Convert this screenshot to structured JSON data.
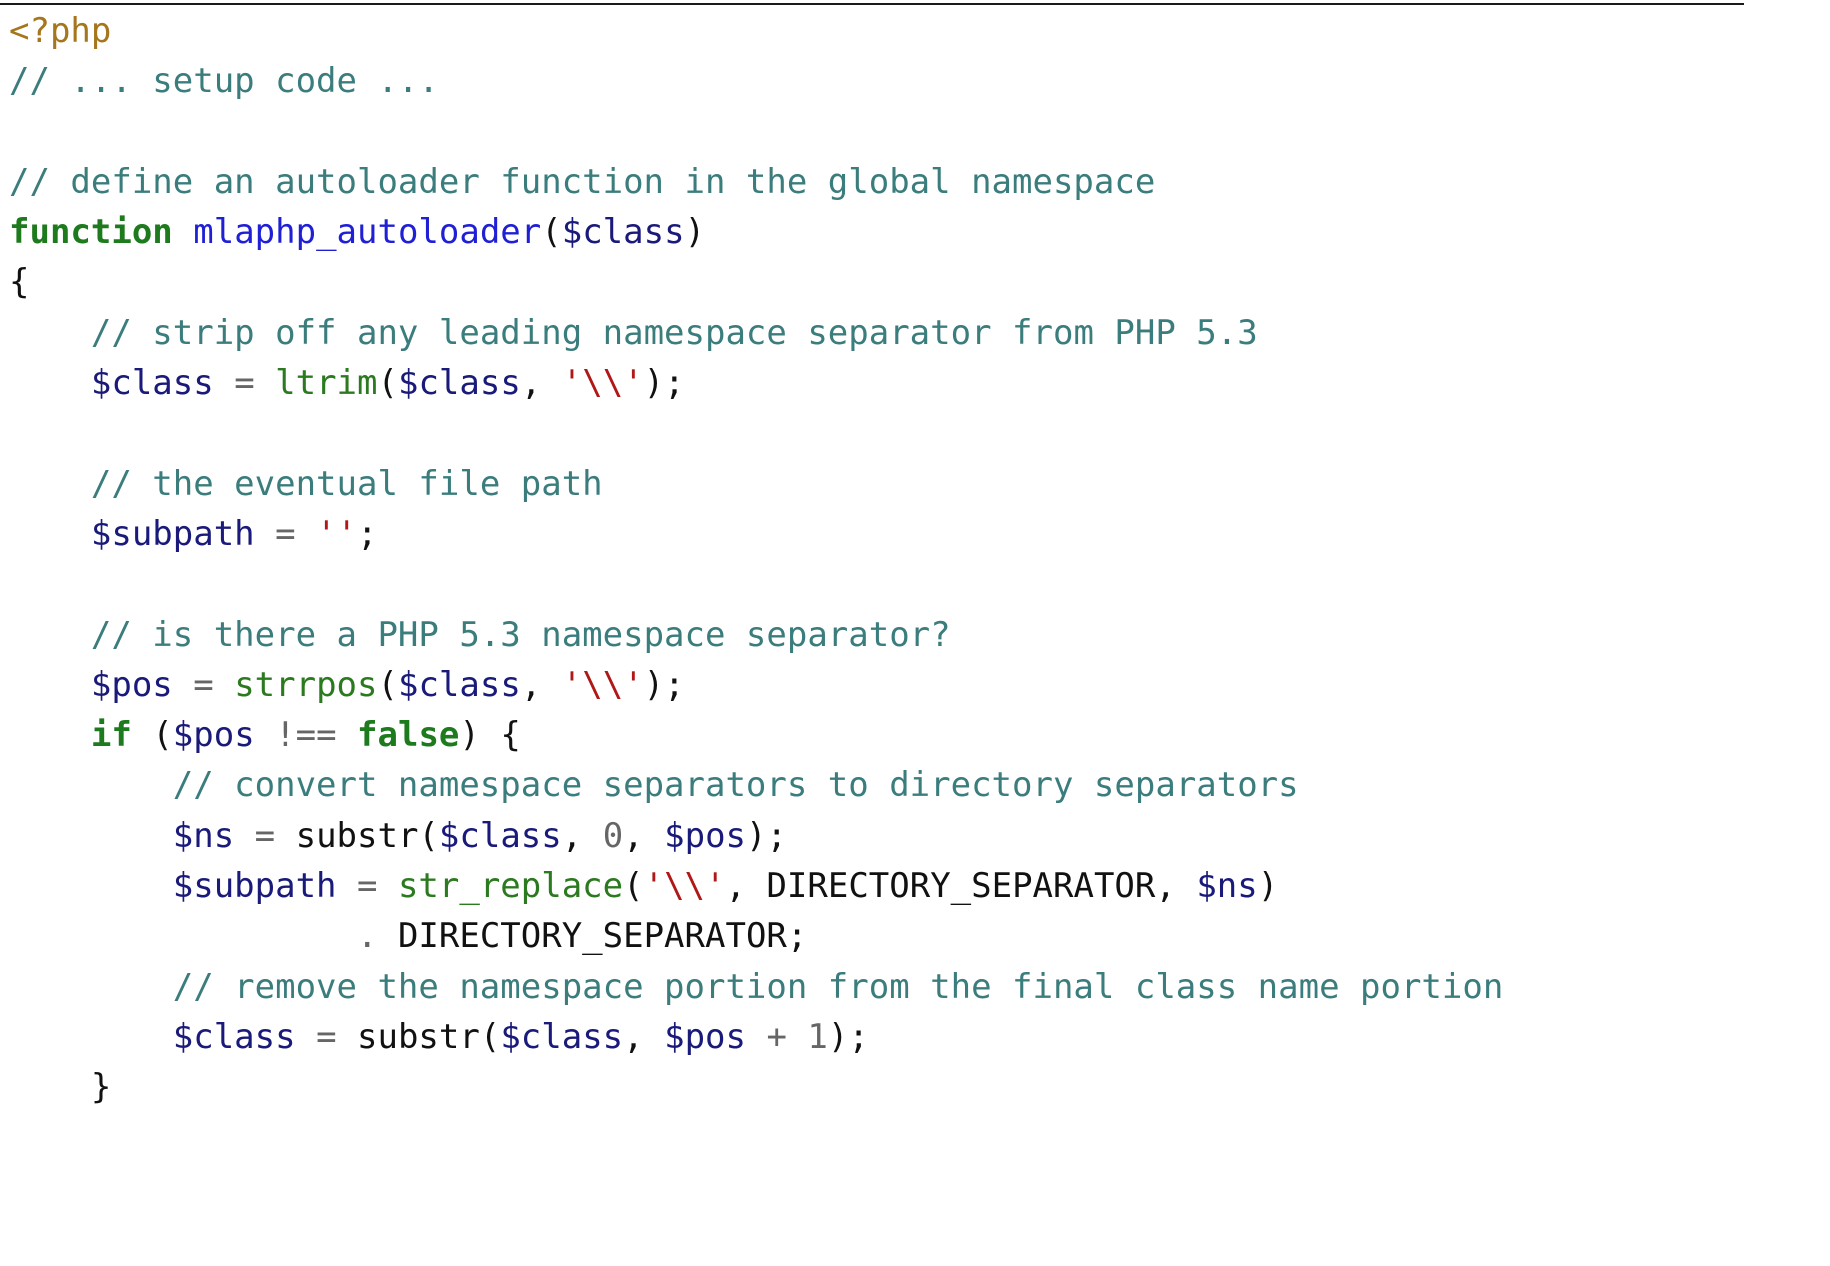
{
  "lines": [
    [
      {
        "t": "<?php",
        "c": "php"
      }
    ],
    [
      {
        "t": "// ... setup code ...",
        "c": "com"
      }
    ],
    [],
    [
      {
        "t": "// define an autoloader function in the global namespace",
        "c": "com"
      }
    ],
    [
      {
        "t": "function",
        "c": "kw"
      },
      {
        "t": " ",
        "c": "pl"
      },
      {
        "t": "mlaphp_autoloader",
        "c": "fn"
      },
      {
        "t": "(",
        "c": "pl"
      },
      {
        "t": "$class",
        "c": "var"
      },
      {
        "t": ")",
        "c": "pl"
      }
    ],
    [
      {
        "t": "{",
        "c": "pl"
      }
    ],
    [
      {
        "t": "    ",
        "c": "pl"
      },
      {
        "t": "// strip off any leading namespace separator from PHP 5.3",
        "c": "com"
      }
    ],
    [
      {
        "t": "    ",
        "c": "pl"
      },
      {
        "t": "$class",
        "c": "var"
      },
      {
        "t": " = ",
        "c": "op"
      },
      {
        "t": "ltrim",
        "c": "bi"
      },
      {
        "t": "(",
        "c": "pl"
      },
      {
        "t": "$class",
        "c": "var"
      },
      {
        "t": ", ",
        "c": "pl"
      },
      {
        "t": "'\\\\'",
        "c": "str"
      },
      {
        "t": ");",
        "c": "pl"
      }
    ],
    [],
    [
      {
        "t": "    ",
        "c": "pl"
      },
      {
        "t": "// the eventual file path",
        "c": "com"
      }
    ],
    [
      {
        "t": "    ",
        "c": "pl"
      },
      {
        "t": "$subpath",
        "c": "var"
      },
      {
        "t": " = ",
        "c": "op"
      },
      {
        "t": "''",
        "c": "str"
      },
      {
        "t": ";",
        "c": "pl"
      }
    ],
    [],
    [
      {
        "t": "    ",
        "c": "pl"
      },
      {
        "t": "// is there a PHP 5.3 namespace separator?",
        "c": "com"
      }
    ],
    [
      {
        "t": "    ",
        "c": "pl"
      },
      {
        "t": "$pos",
        "c": "var"
      },
      {
        "t": " = ",
        "c": "op"
      },
      {
        "t": "strrpos",
        "c": "bi"
      },
      {
        "t": "(",
        "c": "pl"
      },
      {
        "t": "$class",
        "c": "var"
      },
      {
        "t": ", ",
        "c": "pl"
      },
      {
        "t": "'\\\\'",
        "c": "str"
      },
      {
        "t": ");",
        "c": "pl"
      }
    ],
    [
      {
        "t": "    ",
        "c": "pl"
      },
      {
        "t": "if",
        "c": "kw"
      },
      {
        "t": " (",
        "c": "pl"
      },
      {
        "t": "$pos",
        "c": "var"
      },
      {
        "t": " !== ",
        "c": "op"
      },
      {
        "t": "false",
        "c": "kw"
      },
      {
        "t": ") {",
        "c": "pl"
      }
    ],
    [
      {
        "t": "        ",
        "c": "pl"
      },
      {
        "t": "// convert namespace separators to directory separators",
        "c": "com"
      }
    ],
    [
      {
        "t": "        ",
        "c": "pl"
      },
      {
        "t": "$ns",
        "c": "var"
      },
      {
        "t": " = ",
        "c": "op"
      },
      {
        "t": "substr(",
        "c": "pl"
      },
      {
        "t": "$class",
        "c": "var"
      },
      {
        "t": ", ",
        "c": "pl"
      },
      {
        "t": "0",
        "c": "num"
      },
      {
        "t": ", ",
        "c": "pl"
      },
      {
        "t": "$pos",
        "c": "var"
      },
      {
        "t": ");",
        "c": "pl"
      }
    ],
    [
      {
        "t": "        ",
        "c": "pl"
      },
      {
        "t": "$subpath",
        "c": "var"
      },
      {
        "t": " = ",
        "c": "op"
      },
      {
        "t": "str_replace",
        "c": "bi"
      },
      {
        "t": "(",
        "c": "pl"
      },
      {
        "t": "'\\\\'",
        "c": "str"
      },
      {
        "t": ", DIRECTORY_SEPARATOR, ",
        "c": "pl"
      },
      {
        "t": "$ns",
        "c": "var"
      },
      {
        "t": ")",
        "c": "pl"
      }
    ],
    [
      {
        "t": "                 ",
        "c": "pl"
      },
      {
        "t": ".",
        "c": "op"
      },
      {
        "t": " DIRECTORY_SEPARATOR;",
        "c": "pl"
      }
    ],
    [
      {
        "t": "        ",
        "c": "pl"
      },
      {
        "t": "// remove the namespace portion from the final class name portion",
        "c": "com"
      }
    ],
    [
      {
        "t": "        ",
        "c": "pl"
      },
      {
        "t": "$class",
        "c": "var"
      },
      {
        "t": " = ",
        "c": "op"
      },
      {
        "t": "substr(",
        "c": "pl"
      },
      {
        "t": "$class",
        "c": "var"
      },
      {
        "t": ", ",
        "c": "pl"
      },
      {
        "t": "$pos",
        "c": "var"
      },
      {
        "t": " + ",
        "c": "op"
      },
      {
        "t": "1",
        "c": "num"
      },
      {
        "t": ");",
        "c": "pl"
      }
    ],
    [
      {
        "t": "    ",
        "c": "pl"
      },
      {
        "t": "}",
        "c": "pl"
      }
    ]
  ]
}
